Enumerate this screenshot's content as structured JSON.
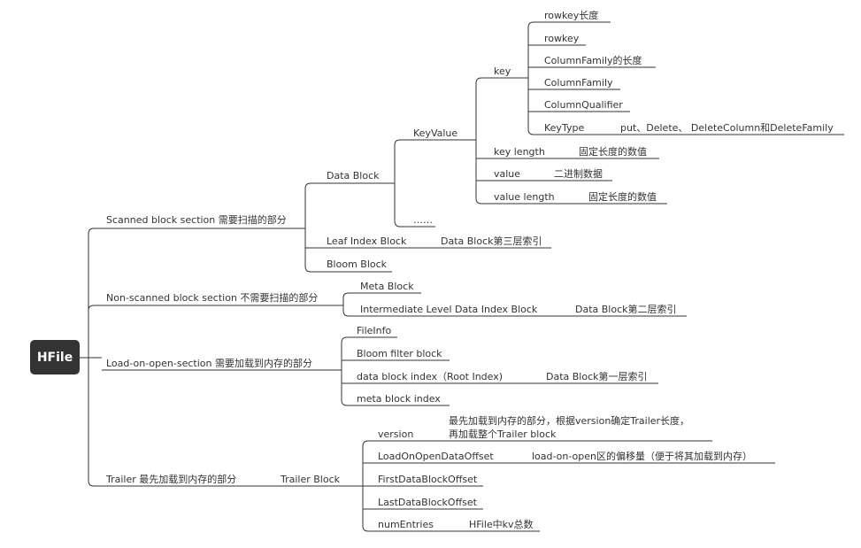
{
  "root": "HFile",
  "nodes": {
    "scanned": "Scanned block section 需要扫描的部分",
    "data_block": "Data Block",
    "keyvalue": "KeyValue",
    "key": "key",
    "rowkey_len": "rowkey长度",
    "rowkey": "rowkey",
    "cf_len": "ColumnFamily的长度",
    "cf": "ColumnFamily",
    "cq": "ColumnQualifier",
    "keytype": "KeyType",
    "keytype_note": "put、Delete、 DeleteColumn和DeleteFamily",
    "key_length": "key length",
    "key_length_note": "固定长度的数值",
    "value": "value",
    "value_note": "二进制数据",
    "value_length": "value length",
    "value_length_note": "固定长度的数值",
    "ellipsis": "……",
    "leaf_index": "Leaf Index Block",
    "leaf_index_note": "Data Block第三层索引",
    "bloom_block": "Bloom Block",
    "nonscanned": "Non-scanned block section 不需要扫描的部分",
    "meta_block": "Meta Block",
    "intermediate": "Intermediate Level Data Index Block",
    "intermediate_note": "Data Block第二层索引",
    "loadonopen": "Load-on-open-section 需要加载到内存的部分",
    "fileinfo": "FileInfo",
    "bloom_filter": "Bloom filter block",
    "data_block_index": "data block index（Root Index)",
    "data_block_index_note": "Data Block第一层索引",
    "meta_block_index": "meta block index",
    "trailer": "Trailer 最先加载到内存的部分",
    "trailer_block": "Trailer Block",
    "version": "version",
    "version_note_1": "最先加载到内存的部分，根据version确定Trailer长度，",
    "version_note_2": "再加载整个Trailer block",
    "loadonopen_offset": "LoadOnOpenDataOffset",
    "loadonopen_offset_note": "load-on-open区的偏移量（便于将其加载到内存）",
    "first_offset": "FirstDataBlockOffset",
    "last_offset": "LastDataBlockOffset",
    "num_entries": "numEntries",
    "num_entries_note": "HFile中kv总数"
  }
}
